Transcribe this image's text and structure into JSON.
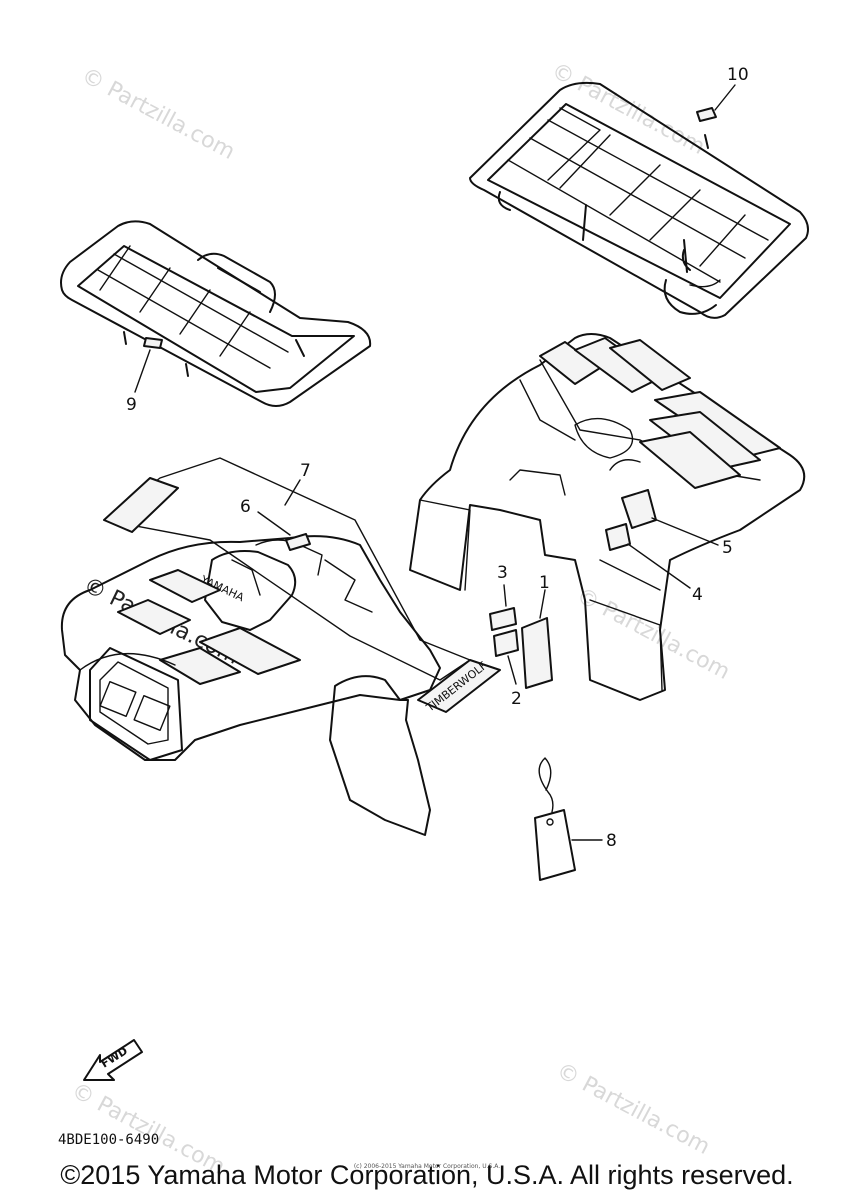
{
  "diagram": {
    "callouts": [
      {
        "id": "callout-1",
        "label": "1"
      },
      {
        "id": "callout-2",
        "label": "2"
      },
      {
        "id": "callout-3",
        "label": "3"
      },
      {
        "id": "callout-4",
        "label": "4"
      },
      {
        "id": "callout-5",
        "label": "5"
      },
      {
        "id": "callout-6",
        "label": "6"
      },
      {
        "id": "callout-7",
        "label": "7"
      },
      {
        "id": "callout-8",
        "label": "8"
      },
      {
        "id": "callout-9",
        "label": "9"
      },
      {
        "id": "callout-10",
        "label": "10"
      }
    ],
    "decals": {
      "yamaha": "YAMAHA",
      "timberwolf": "TIMBERWOLF",
      "fwd": "FWD"
    },
    "watermark": {
      "text": "© Partzilla.com"
    },
    "part_code": "4BDE100-6490",
    "small_copyright": "(c) 2006-2015 Yamaha Motor Corporation, U.S.A.",
    "copyright": "©2015 Yamaha Motor Corporation, U.S.A. All rights reserved."
  }
}
